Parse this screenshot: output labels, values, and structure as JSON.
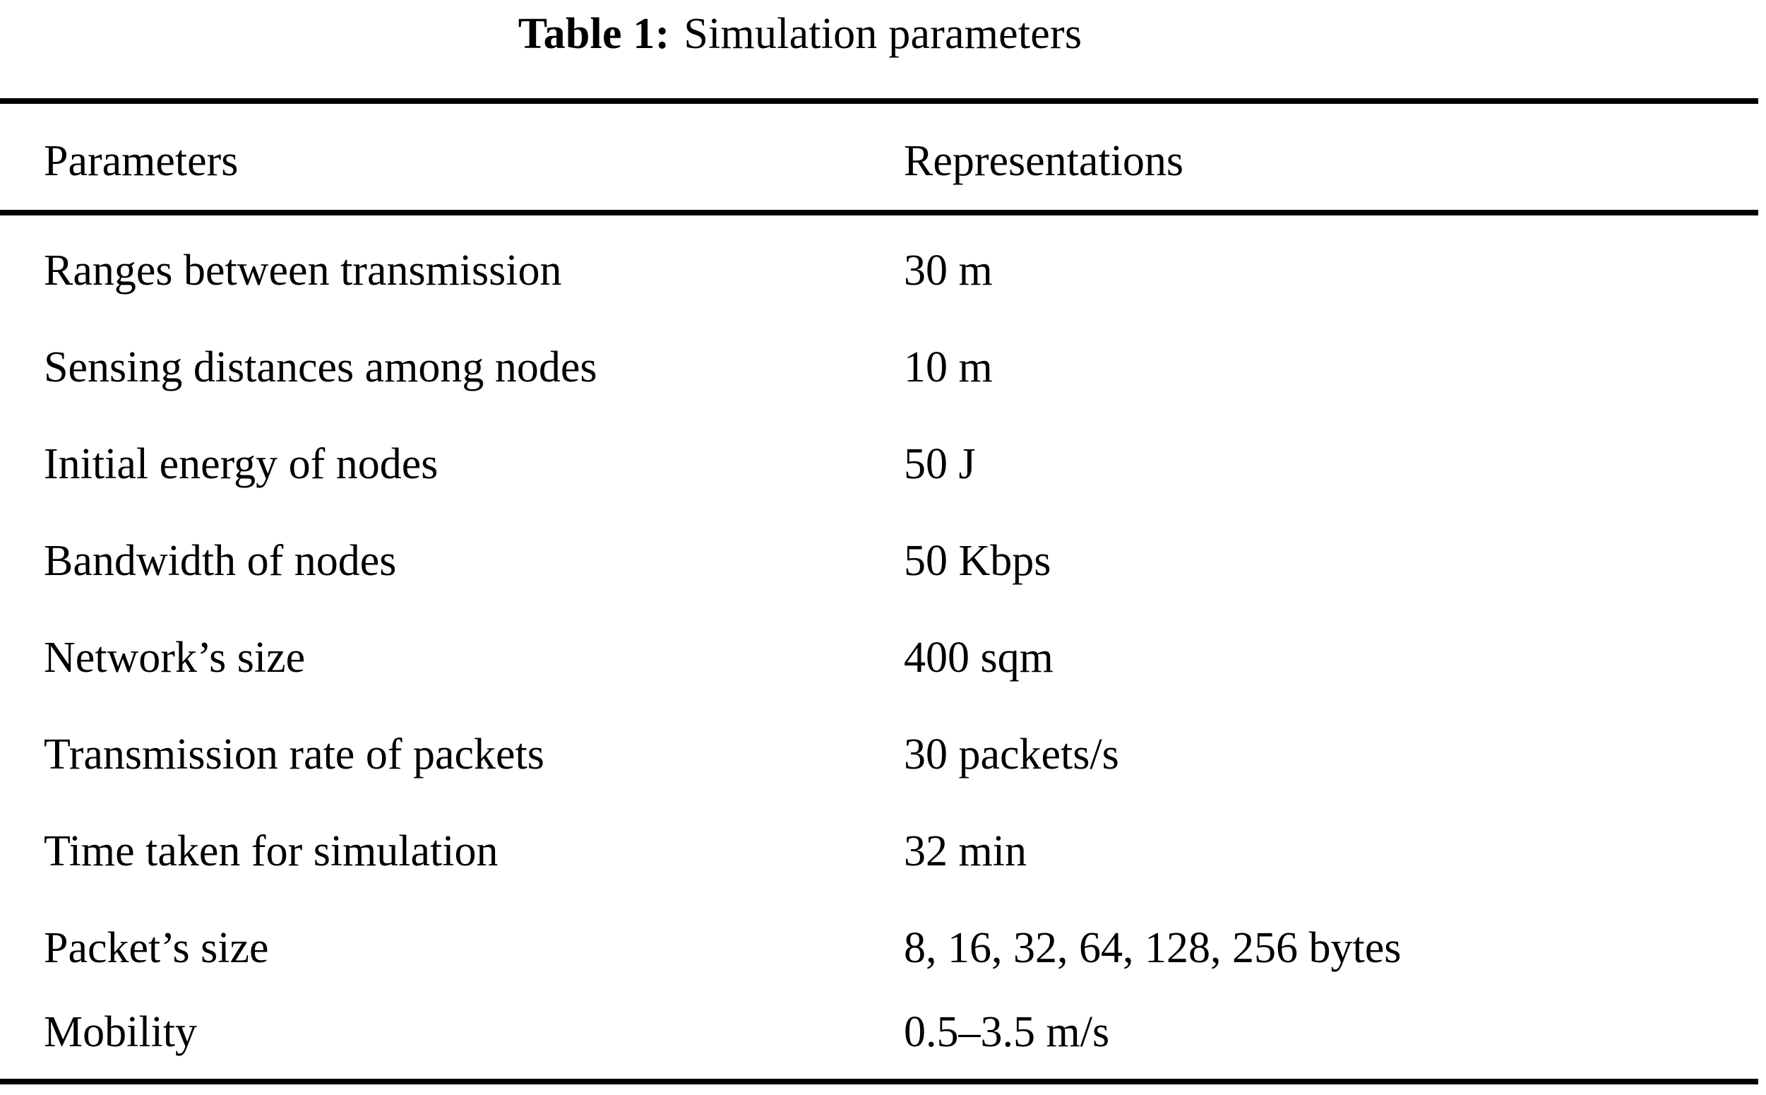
{
  "caption": {
    "label": "Table 1:",
    "text": "Simulation parameters"
  },
  "table": {
    "columns": [
      {
        "header": "Parameters"
      },
      {
        "header": "Representations"
      }
    ],
    "rows": [
      {
        "parameter": "Ranges between transmission",
        "representation": "30 m"
      },
      {
        "parameter": "Sensing distances among nodes",
        "representation": "10 m"
      },
      {
        "parameter": "Initial energy of nodes",
        "representation": "50 J"
      },
      {
        "parameter": "Bandwidth of nodes",
        "representation": "50 Kbps"
      },
      {
        "parameter": "Network’s size",
        "representation": "400 sqm"
      },
      {
        "parameter": "Transmission rate of packets",
        "representation": "30 packets/s"
      },
      {
        "parameter": "Time taken for simulation",
        "representation": "32 min"
      },
      {
        "parameter": "Packet’s size",
        "representation": "8, 16, 32, 64, 128, 256 bytes"
      },
      {
        "parameter": "Mobility",
        "representation": "0.5–3.5 m/s"
      }
    ]
  },
  "colors": {
    "text": "#000000",
    "background": "#ffffff",
    "rule": "#000000"
  }
}
